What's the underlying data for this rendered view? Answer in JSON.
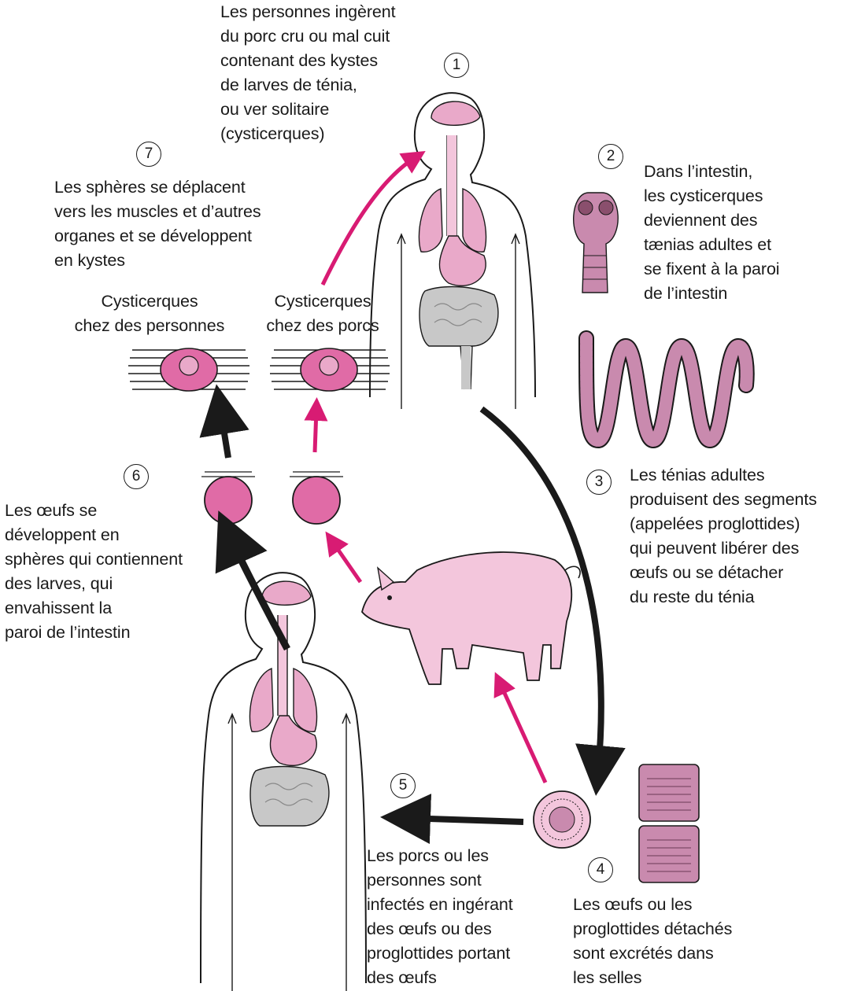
{
  "colors": {
    "pink": "#e06ba6",
    "magenta_arrow": "#d81b73",
    "light_pink": "#f3c6dc",
    "organ_pink": "#e9a9c9",
    "intestine_gray": "#c8c8c8",
    "worm_pink": "#c98aae",
    "outline": "#1a1a1a"
  },
  "steps": [
    {
      "n": "1",
      "text": "Les personnes ingèrent\ndu porc cru ou mal cuit\ncontenant des kystes\nde larves de ténia,\nou ver solitaire\n(cysticerques)"
    },
    {
      "n": "2",
      "text": "Dans l’intestin,\nles cysticerques\ndeviennent des\ntænias adultes et\nse fixent à la paroi\nde l’intestin"
    },
    {
      "n": "3",
      "text": "Les ténias adultes\nproduisent des segments\n(appelées proglottides)\nqui peuvent libérer des\nœufs ou se détacher\ndu reste du ténia"
    },
    {
      "n": "4",
      "text": "Les œufs ou les\nproglottides détachés\nsont excrétés dans\nles selles"
    },
    {
      "n": "5",
      "text": "Les porcs ou les\npersonnes sont\ninfectés en ingérant\ndes œufs ou des\nproglottides portant\ndes œufs"
    },
    {
      "n": "6",
      "text": "Les œufs se\ndéveloppent en\nsphères qui contiennent\ndes larves, qui\nenvahissent la\nparoi de l’intestin"
    },
    {
      "n": "7",
      "text": "Les sphères se déplacent\nvers les muscles et d’autres\norganes et se développent\nen kystes"
    }
  ],
  "labels": {
    "cyst_people": "Cysticerques\nchez des personnes",
    "cyst_pigs": "Cysticerques\nchez des porcs"
  },
  "icons": [
    "human-anatomy-icon",
    "tapeworm-scolex-icon",
    "tapeworm-body-icon",
    "proglottid-segments-icon",
    "egg-icon",
    "pig-icon",
    "sphere-icon",
    "cyst-in-muscle-icon"
  ]
}
